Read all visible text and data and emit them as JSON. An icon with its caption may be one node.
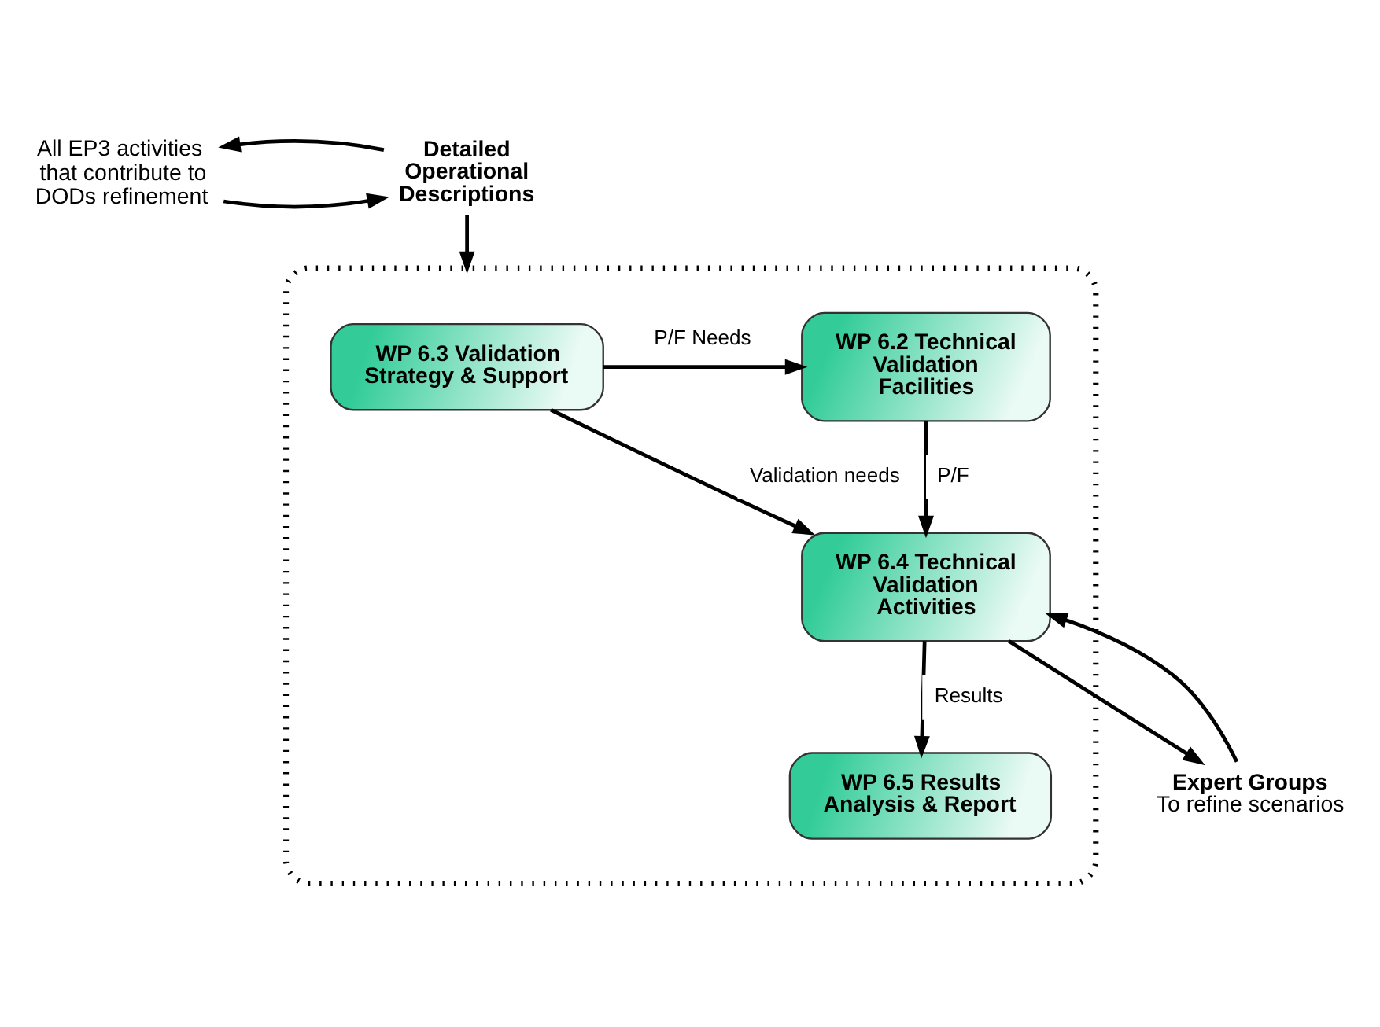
{
  "diagram": {
    "nodes": [
      {
        "text": [
          "All EP3 activities that contribute to DODs refinement"
        ]
      },
      {
        "text": [
          "Detailed Operational Descriptions"
        ]
      },
      {
        "text": [],
        "shape": "box"
      },
      {
        "text": [
          "WP 6.3 Validation Strategy & Support"
        ],
        "in": 2
      },
      {
        "text": [
          "WP 6.2 Technical Validation Facilities"
        ],
        "in": 2
      },
      {
        "text": [
          "WP 6.4 Technical Validation Activities"
        ],
        "in": 2
      },
      {
        "text": [
          "WP 6.5 Results Analysis & Report"
        ],
        "in": 2
      },
      {
        "text": [
          "Expert Groups",
          "To refine scenarios"
        ]
      }
    ],
    "edges": [
      {
        "from": 0,
        "to": 1,
        "arrow": "to"
      },
      {
        "from": 1,
        "to": 0,
        "arrow": "to"
      },
      {
        "from": 1,
        "to": 2,
        "arrow": "to"
      },
      {
        "from": 3,
        "to": 4,
        "arrow": "to",
        "label": "P/F Needs"
      },
      {
        "from": 3,
        "to": 5,
        "arrow": "to",
        "label": "Validation needs"
      },
      {
        "from": 4,
        "to": 5,
        "arrow": "to",
        "label": "P/F"
      },
      {
        "from": 7,
        "to": 5,
        "arrow": "to"
      },
      {
        "from": 5,
        "to": 7,
        "arrow": "to"
      },
      {
        "from": 5,
        "to": 6,
        "arrow": "to",
        "label": "Results"
      }
    ]
  }
}
